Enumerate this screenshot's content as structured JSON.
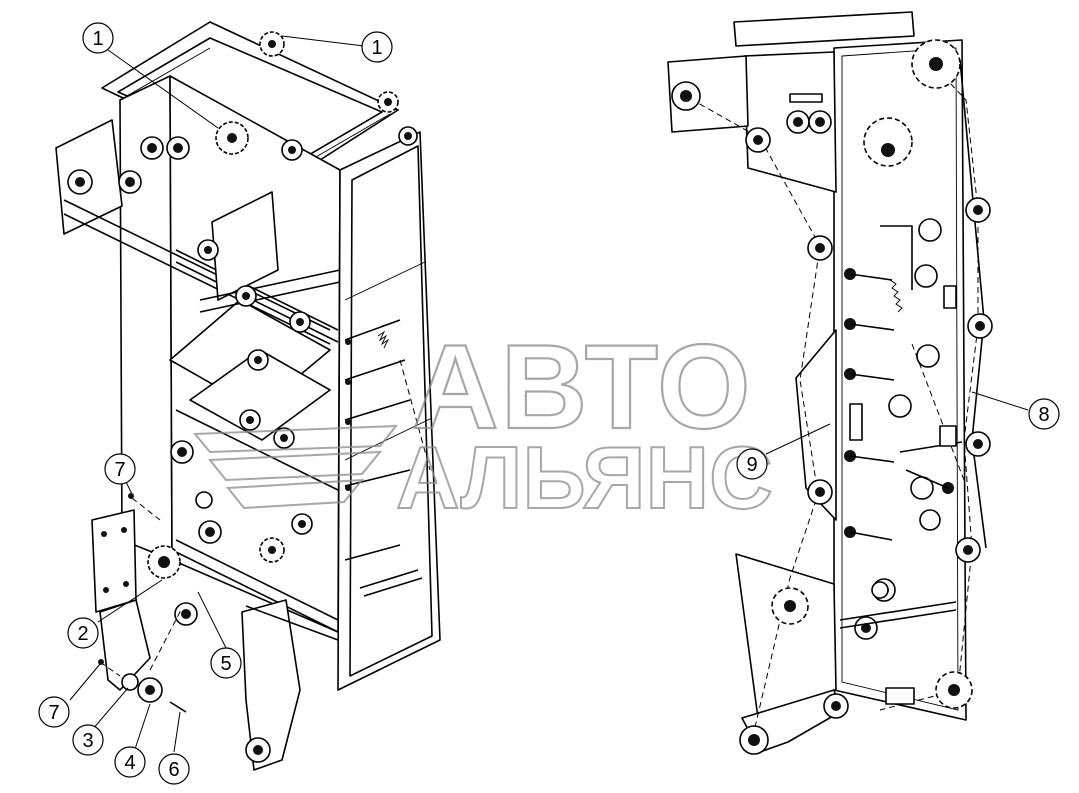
{
  "callouts": [
    {
      "label": "1"
    },
    {
      "label": "1"
    },
    {
      "label": "7"
    },
    {
      "label": "2"
    },
    {
      "label": "5"
    },
    {
      "label": "7"
    },
    {
      "label": "3"
    },
    {
      "label": "4"
    },
    {
      "label": "6"
    },
    {
      "label": "8"
    },
    {
      "label": "9"
    }
  ],
  "watermark": {
    "line1": "АВТО",
    "line2": "АЛЬЯНС",
    "logo": "avto-alyans-logo"
  }
}
